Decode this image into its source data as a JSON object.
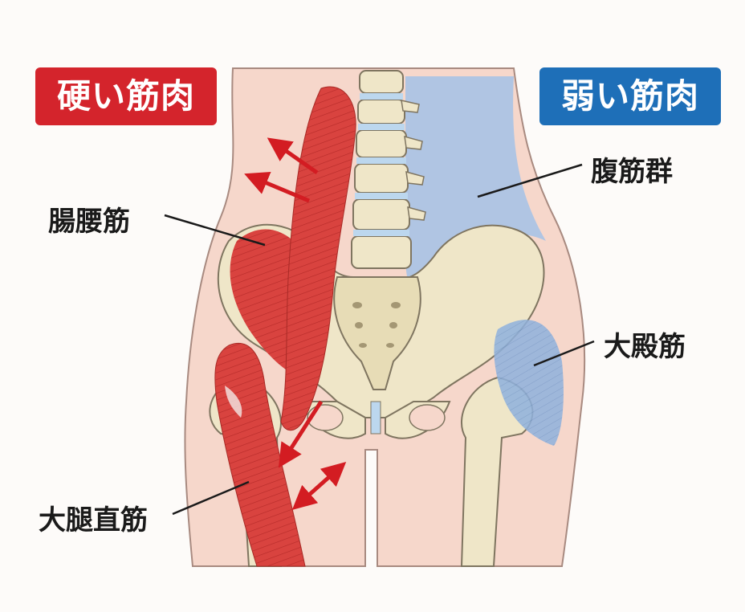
{
  "badges": {
    "hard": {
      "label": "硬い筋肉",
      "color": "#d4242c"
    },
    "weak": {
      "label": "弱い筋肉",
      "color": "#1e6fb8"
    }
  },
  "labels": {
    "iliopsoas": "腸腰筋",
    "rectus_femoris": "大腿直筋",
    "abdominals": "腹筋群",
    "gluteus_maximus": "大殿筋"
  },
  "colors": {
    "muscle_red": "#d9433f",
    "muscle_blue": "#9bbbe0",
    "bone": "#efe6c8",
    "skin": "#f6d7cb",
    "arrow": "#d31c22"
  }
}
